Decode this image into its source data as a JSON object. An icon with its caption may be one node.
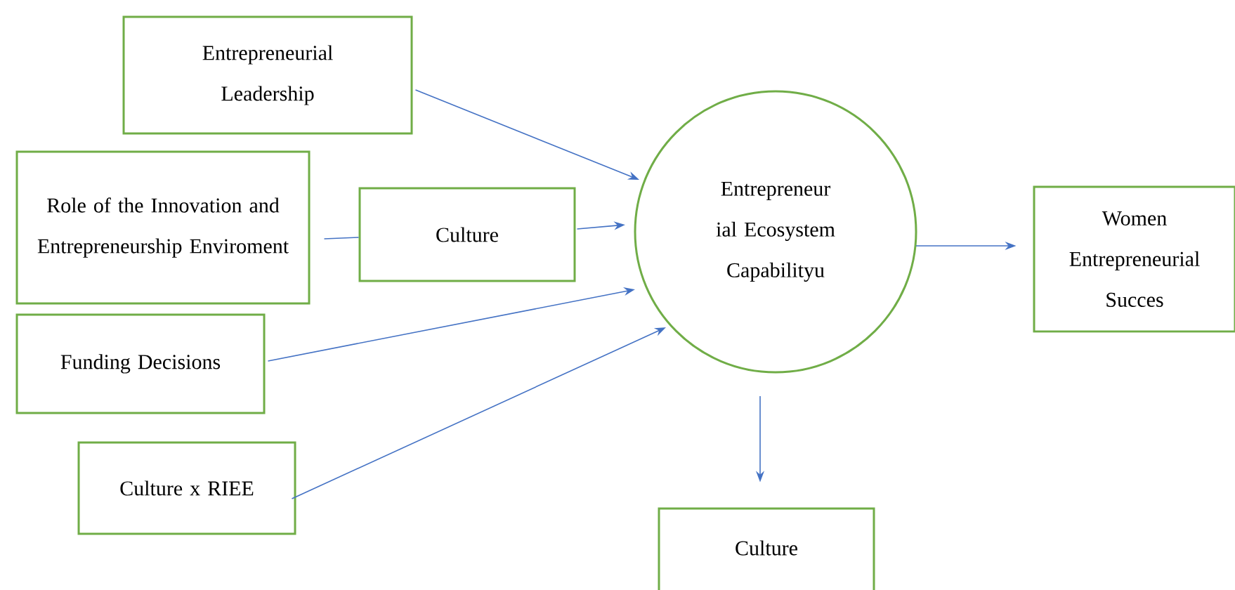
{
  "diagram": {
    "nodes": [
      {
        "text": [
          "Entrepreneurial Leadership"
        ]
      },
      {
        "text": [
          "Role of the Innovation and Entrepreneurship Enviroment"
        ]
      },
      {
        "text": [
          "Culture"
        ]
      },
      {
        "text": [
          "Funding Decisions"
        ]
      },
      {
        "text": [
          "Culture x RIEE"
        ]
      },
      {
        "text": [
          "Entrepreneur ial Ecosystem Capabilityu"
        ]
      },
      {
        "text": [
          "Women Entrepreneurial Succes"
        ]
      },
      {
        "text": [
          "Culture"
        ]
      }
    ],
    "edges": [
      {
        "from": 0,
        "to": 5,
        "arrow": "to"
      },
      {
        "from": 1,
        "to": 2,
        "arrow": "none"
      },
      {
        "from": 2,
        "to": 5,
        "arrow": "to"
      },
      {
        "from": 3,
        "to": 5,
        "arrow": "to"
      },
      {
        "from": 4,
        "to": 5,
        "arrow": "to"
      },
      {
        "from": 5,
        "to": 6,
        "arrow": "to"
      },
      {
        "from": 5,
        "to": 7,
        "arrow": "to"
      }
    ]
  }
}
